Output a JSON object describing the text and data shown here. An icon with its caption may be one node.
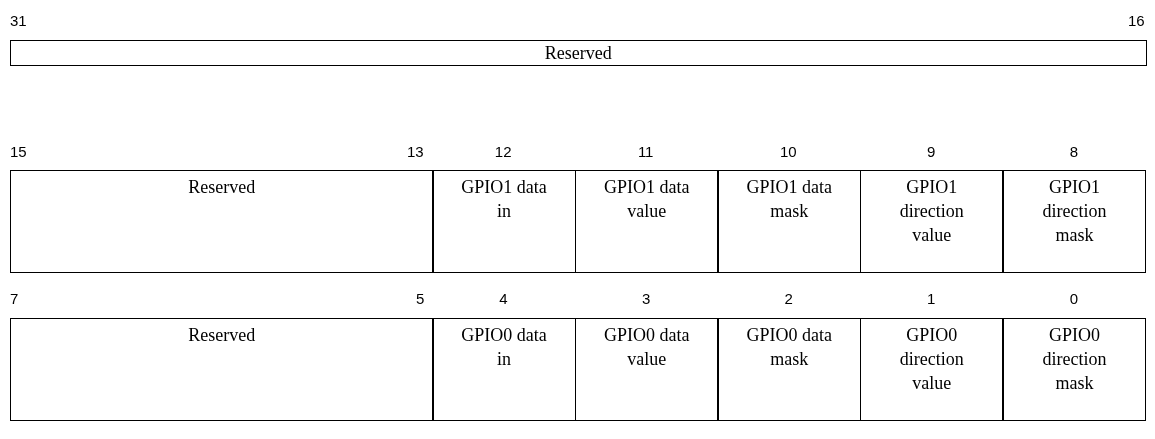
{
  "diagram": {
    "nodes": [
      {
        "text": [
          "Reserved"
        ]
      },
      {
        "text": [
          "Reserved"
        ]
      },
      {
        "text": [
          "GPIO1 data in"
        ]
      },
      {
        "text": [
          "GPIO1 data value"
        ]
      },
      {
        "text": [
          "GPIO1 data mask"
        ]
      },
      {
        "text": [
          "GPIO1 direction value"
        ]
      },
      {
        "text": [
          "GPIO1 direction mask"
        ]
      },
      {
        "text": [
          "Reserved"
        ]
      },
      {
        "text": [
          "GPIO0 data in"
        ]
      },
      {
        "text": [
          "GPIO0 data value"
        ]
      },
      {
        "text": [
          "GPIO0 data mask"
        ]
      },
      {
        "text": [
          "GPIO0 direction value"
        ]
      },
      {
        "text": [
          "GPIO0 direction mask"
        ]
      }
    ],
    "labels": [
      "31",
      "16",
      "15",
      "13",
      "12",
      "11",
      "10",
      "9",
      "8",
      "7",
      "5",
      "4",
      "3",
      "2",
      "1",
      "0"
    ]
  }
}
